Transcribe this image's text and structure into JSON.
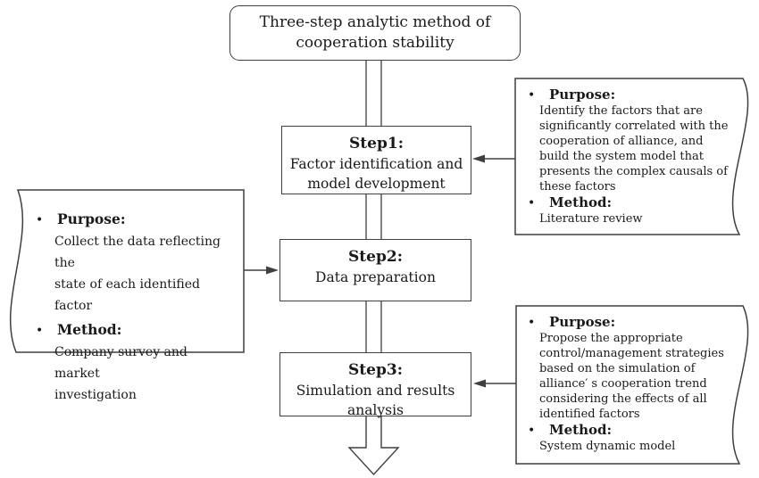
{
  "diagram": {
    "bullet": "•",
    "colors": {
      "line": "#3f3f3f",
      "text": "#1a1a1a",
      "background": "#ffffff"
    },
    "title": "Three-step analytic method of\ncooperation stability",
    "steps": [
      {
        "heading": "Step1:",
        "body": "Factor identification and\nmodel development"
      },
      {
        "heading": "Step2:",
        "body": "Data preparation"
      },
      {
        "heading": "Step3:",
        "body": "Simulation and results\nanalysis"
      }
    ],
    "notes": [
      {
        "purpose_label": "Purpose:",
        "purpose_body": "Identify the factors that are\nsignificantly correlated with the\ncooperation of alliance, and\nbuild the system model that\npresents the complex causals of\nthese factors",
        "method_label": "Method:",
        "method_body": "Literature review"
      },
      {
        "purpose_label": "Purpose:",
        "purpose_body": "Collect the data reflecting the\nstate of each identified factor",
        "method_label": "Method:",
        "method_body": "Company survey and market\ninvestigation"
      },
      {
        "purpose_label": "Purpose:",
        "purpose_body": "Propose the appropriate\ncontrol/management strategies\nbased on the simulation of\nalliance′ s cooperation trend\nconsidering the effects of all\nidentified factors",
        "method_label": "Method:",
        "method_body": "System dynamic model"
      }
    ]
  }
}
